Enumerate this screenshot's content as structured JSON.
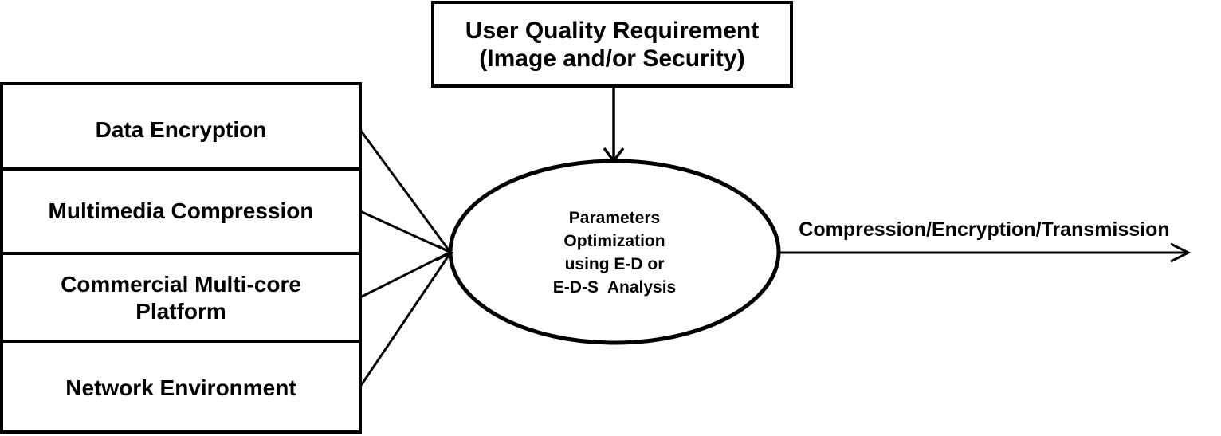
{
  "diagram": {
    "top_box": {
      "label": "User Quality Requirement\n(Image and/or Security)"
    },
    "input_boxes": [
      {
        "label": "Data Encryption"
      },
      {
        "label": "Multimedia Compression"
      },
      {
        "label": "Commercial Multi-core\nPlatform"
      },
      {
        "label": "Network Environment"
      }
    ],
    "center_ellipse": {
      "label": "Parameters\nOptimization\nusing E-D or\nE-D-S  Analysis"
    },
    "output_arrow": {
      "label": "Compression/Encryption/Transmission"
    },
    "colors": {
      "ink": "#000000",
      "background": "#ffffff"
    }
  }
}
